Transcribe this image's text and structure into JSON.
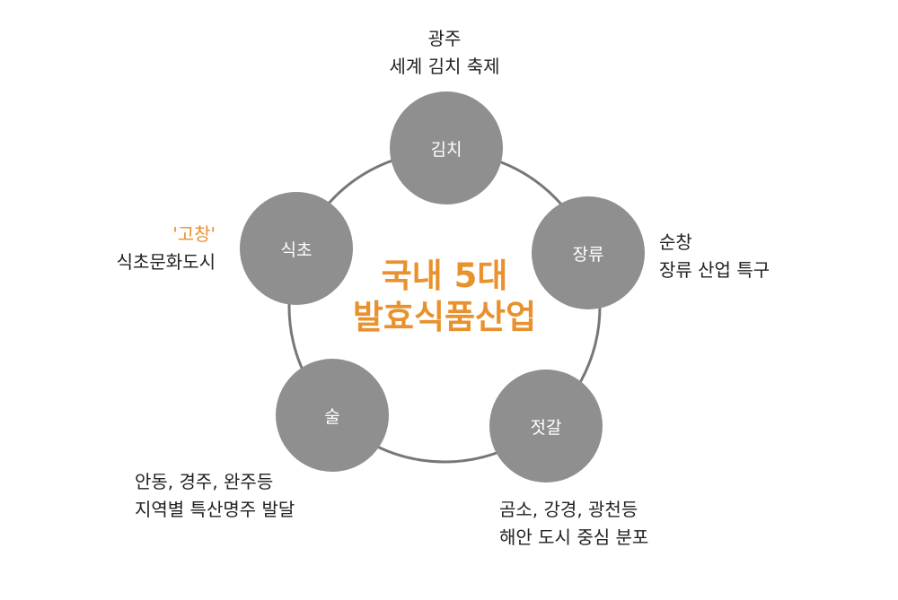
{
  "center": {
    "line1": "국내 5대",
    "line2": "발효식품산업"
  },
  "nodes": {
    "kimchi": "김치",
    "jangryu": "장류",
    "jeotgal": "젓갈",
    "sul": "술",
    "sikcho": "식초"
  },
  "labels": {
    "kimchi": {
      "line1": "광주",
      "line2": "세계 김치 축제"
    },
    "jangryu": {
      "line1": "순창",
      "line2": "장류 산업 특구"
    },
    "jeotgal": {
      "line1": "곰소, 강경, 광천등",
      "line2": "해안 도시 중심 분포"
    },
    "sul": {
      "line1": "안동, 경주, 완주등",
      "line2": "지역별 특산명주 발달"
    },
    "sikcho": {
      "line1": "'고창'",
      "line2": "식초문화도시"
    }
  },
  "colors": {
    "accent": "#e8912d",
    "node": "#8f8f8f",
    "ring": "#777777"
  }
}
